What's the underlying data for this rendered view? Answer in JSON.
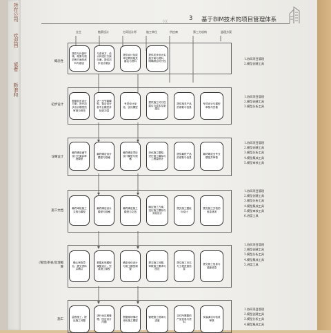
{
  "header": {
    "chapter_number": "3",
    "chapter_title": "基于BIM技术的项目管理体系",
    "nav_marks": "〈〈〈"
  },
  "left_page": {
    "fragments": [
      "所在公司",
      "欢迎回",
      "或者",
      "新浪和"
    ]
  },
  "columns": [
    "业主",
    "勘察设计",
    "方同设计师",
    "施工单位",
    "供应商",
    "第三方机构",
    "监理方案"
  ],
  "stages": [
    {
      "label": "概念性",
      "boxes": [
        "提供与外部环境、政策与规范等方面的资料与建议",
        "与咨询方、设计师进行方案沟通，提供初步设计建议",
        "提供设计及成本估算的相关建议与资料",
        "提供初步设计实施方案与资料，明确项目可行性"
      ],
      "tools": [
        "1.协同项目管理",
        "2.模型创建工具"
      ]
    },
    {
      "label": "初步设计",
      "boxes": [
        "根据初步设计方案，进行初步设计模型的审批与修改",
        "进一步完善模型，整合设计各专业模型并检查冲突",
        "专项设计深化，优化模型",
        "提供施工可行性建议与成本控制建议",
        "提供相关产品的参数与信息",
        "专项设计与模型审核与完善"
      ],
      "tools": [
        "1.协同项目管理",
        "2.模型创建工具",
        "3.模型分析工具"
      ]
    },
    {
      "label": "详细设计",
      "boxes": [
        "最终确定细节设计方案并审批模型",
        "最终确定设计模型与规格",
        "最终确定项目设计模型与规格",
        "深化施工模型，进行施工模拟与工程量统计",
        "提供最终产品的参数与信息",
        "最终确定全专业模型并审核"
      ],
      "tools": [
        "1.协同项目管理",
        "2.模型创建工具",
        "3.模型分析工具",
        "4.模型集成工具",
        "5.模型审核工具"
      ]
    },
    {
      "label": "施工文档",
      "boxes": [
        "最终审批施工文档与模型",
        "最终确定设计模型与规格",
        "最终确定施工模型与文档",
        "确定施工方案，进行施工模拟与深化设计",
        "提交施工图纸与设计",
        "提交施工文档的信息请求"
      ],
      "tools": [
        "1.协同项目管理",
        "2.模型创建工具",
        "3.模型分析工具",
        "4.模型集成工具",
        "5.模型审核工具",
        "6.进度工具"
      ]
    },
    {
      "label": "(管理)审查/监理概算",
      "boxes": [
        "确认审查意见，提交资料并确认",
        "根据反馈模型调整设计，完成施工模型",
        "确定深化设计与施工模型调整",
        "提交施工问题，审核施工需求与回应",
        "提交施工日志与工程进度信息",
        "提交施工信息与进度信息"
      ],
      "tools": [
        "1.协同项目管理",
        "2.模型创建工具",
        "3.模型分析工具",
        "4.模型集成工具",
        "5.进度工具"
      ]
    },
    {
      "label": "施工",
      "boxes": [
        "监督施工，提出施工问题",
        "进行全过程管理，回应设计问题",
        "根据现场情况深化施工模型",
        "管理施工现场与进度",
        "交付所需要的产品信息与资料",
        "安装调试与验收审核"
      ],
      "tools": [
        "1.协同项目管理",
        "2.模型创建工具",
        "3.模型分析工具",
        "4.模型集成工具"
      ]
    }
  ]
}
